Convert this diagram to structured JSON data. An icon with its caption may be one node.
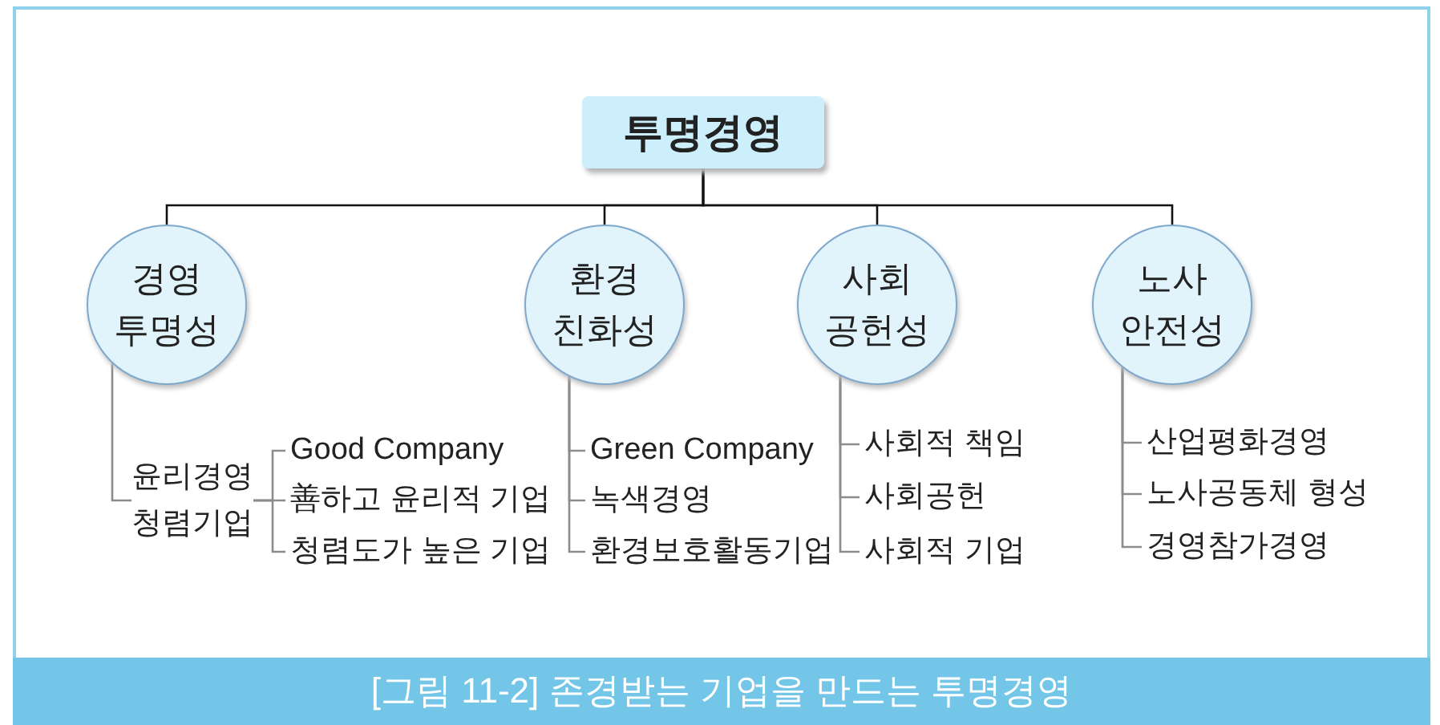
{
  "diagram": {
    "caption": "[그림 11-2] 존경받는 기업을 만드는 투명경영",
    "nodes": [
      {
        "text": [
          "투명경영"
        ]
      },
      {
        "text": [
          "경영 투명성"
        ]
      },
      {
        "text": [
          "환경 친화성"
        ]
      },
      {
        "text": [
          "사회 공헌성"
        ]
      },
      {
        "text": [
          "노사 안전성"
        ]
      },
      {
        "text": [
          "윤리경영 청렴기업"
        ]
      },
      {
        "text": [
          "Good Company"
        ]
      },
      {
        "text": [
          "善하고 윤리적 기업"
        ]
      },
      {
        "text": [
          "청렴도가 높은 기업"
        ]
      },
      {
        "text": [
          "Green Company"
        ]
      },
      {
        "text": [
          "녹색경영"
        ]
      },
      {
        "text": [
          "환경보호활동기업"
        ]
      },
      {
        "text": [
          "사회적 책임"
        ]
      },
      {
        "text": [
          "사회공헌"
        ]
      },
      {
        "text": [
          "사회적 기업"
        ]
      },
      {
        "text": [
          "산업평화경영"
        ]
      },
      {
        "text": [
          "노사공동체 형성"
        ]
      },
      {
        "text": [
          "경영참가경영"
        ]
      }
    ],
    "edges": [
      {
        "from": 0,
        "to": 1,
        "arrow": "none",
        "color": "#111111"
      },
      {
        "from": 0,
        "to": 2,
        "arrow": "none",
        "color": "#111111"
      },
      {
        "from": 0,
        "to": 3,
        "arrow": "none",
        "color": "#111111"
      },
      {
        "from": 0,
        "to": 4,
        "arrow": "none",
        "color": "#111111"
      },
      {
        "from": 1,
        "to": 5,
        "arrow": "none",
        "color": "#8c8c8c"
      },
      {
        "from": 5,
        "to": 6,
        "arrow": "none",
        "color": "#8c8c8c"
      },
      {
        "from": 5,
        "to": 7,
        "arrow": "none",
        "color": "#8c8c8c"
      },
      {
        "from": 5,
        "to": 8,
        "arrow": "none",
        "color": "#8c8c8c"
      },
      {
        "from": 2,
        "to": 9,
        "arrow": "none",
        "color": "#8c8c8c"
      },
      {
        "from": 2,
        "to": 10,
        "arrow": "none",
        "color": "#8c8c8c"
      },
      {
        "from": 2,
        "to": 11,
        "arrow": "none",
        "color": "#8c8c8c"
      },
      {
        "from": 3,
        "to": 12,
        "arrow": "none",
        "color": "#8c8c8c"
      },
      {
        "from": 3,
        "to": 13,
        "arrow": "none",
        "color": "#8c8c8c"
      },
      {
        "from": 3,
        "to": 14,
        "arrow": "none",
        "color": "#8c8c8c"
      },
      {
        "from": 4,
        "to": 15,
        "arrow": "none",
        "color": "#8c8c8c"
      },
      {
        "from": 4,
        "to": 16,
        "arrow": "none",
        "color": "#8c8c8c"
      },
      {
        "from": 4,
        "to": 17,
        "arrow": "none",
        "color": "#8c8c8c"
      }
    ]
  }
}
